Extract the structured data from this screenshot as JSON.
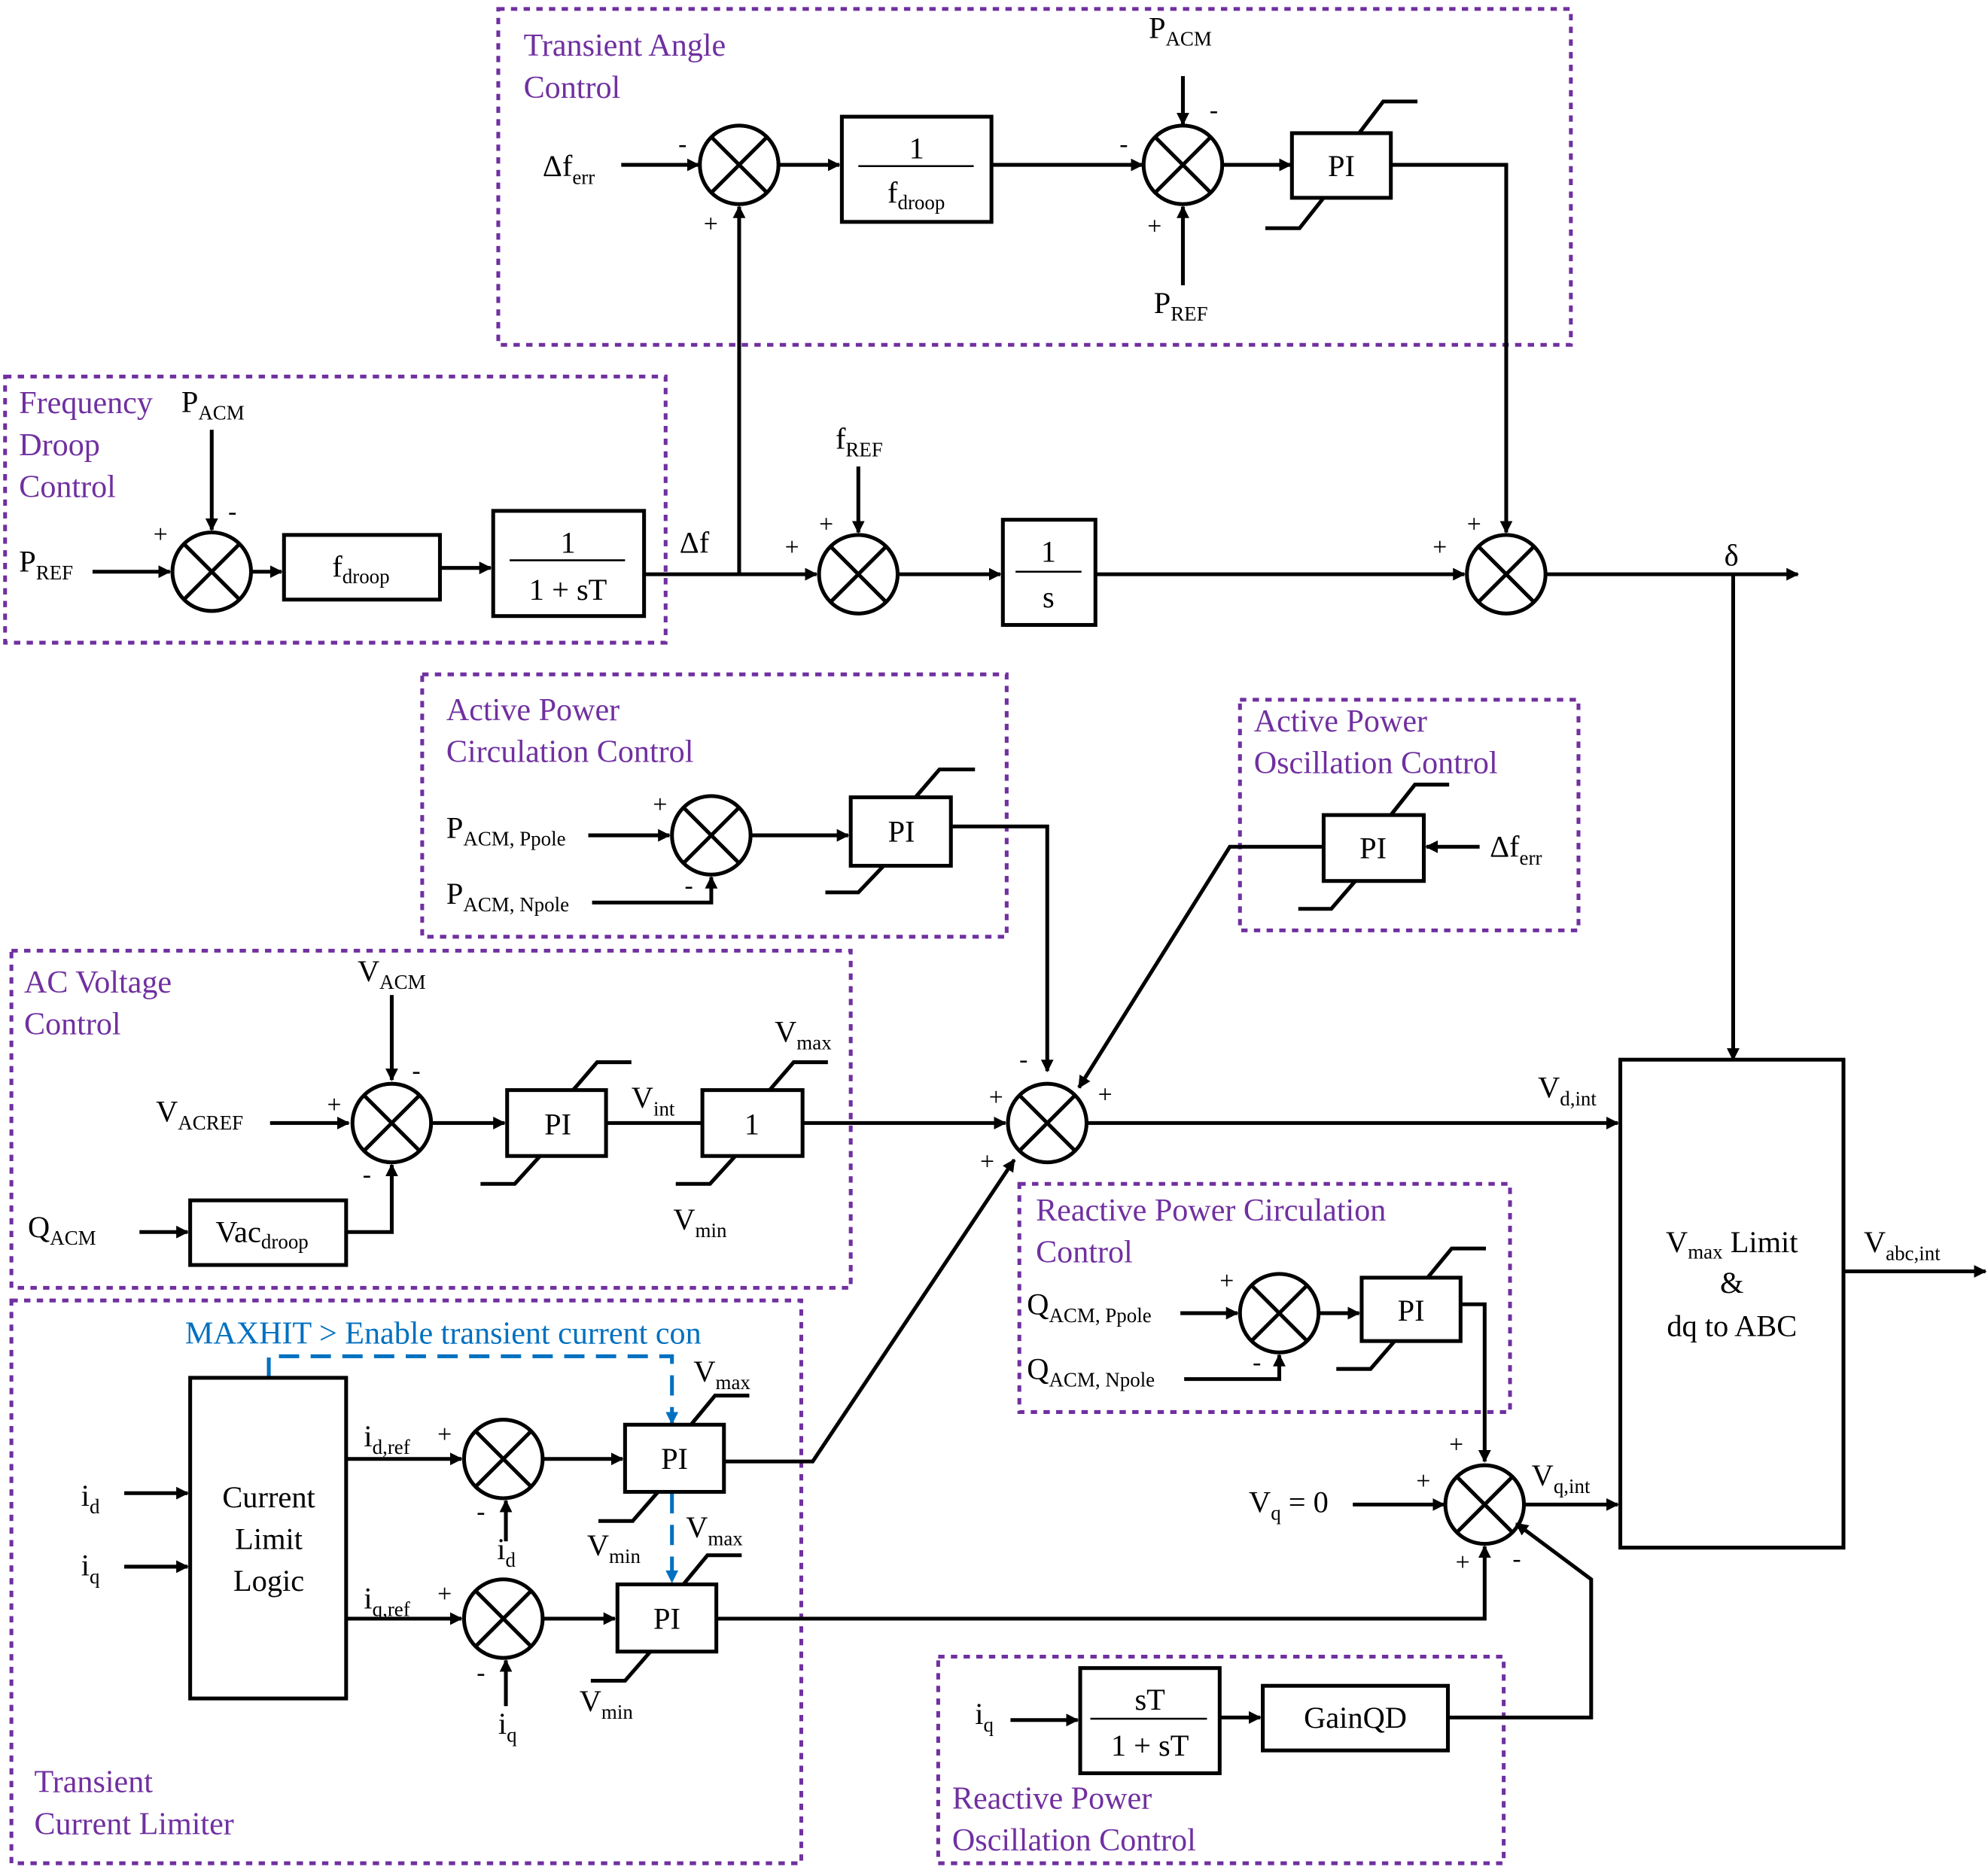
{
  "colors": {
    "group_border": "#7030a0",
    "group_title": "#7030a0",
    "enable_signal": "#0070c0",
    "lines": "#000000"
  },
  "groups": {
    "transient_angle": {
      "title_1": "Transient Angle",
      "title_2": "Control"
    },
    "freq_droop": {
      "title_1": "Frequency",
      "title_2": "Droop",
      "title_3": "Control"
    },
    "active_circ": {
      "title_1": "Active Power",
      "title_2": "Circulation Control"
    },
    "active_osc": {
      "title_1": "Active Power",
      "title_2": "Oscillation Control"
    },
    "ac_voltage": {
      "title_1": "AC Voltage",
      "title_2": "Control"
    },
    "reactive_circ": {
      "title_1": "Reactive Power Circulation",
      "title_2": "Control"
    },
    "transient_current": {
      "title_1": "Transient",
      "title_2": "Current Limiter"
    },
    "reactive_osc": {
      "title_1": "Reactive Power",
      "title_2": "Oscillation Control"
    }
  },
  "blocks": {
    "inv_fdroop_num": "1",
    "inv_fdroop_den": "f",
    "inv_fdroop_den_sub": "droop",
    "pi": "PI",
    "fdroop": "f",
    "fdroop_sub": "droop",
    "lowpass_num": "1",
    "lowpass_den": "1 + sT",
    "integrator_num": "1",
    "integrator_den": "s",
    "unity_gain": "1",
    "vac_droop": "Vac",
    "vac_droop_sub": "droop",
    "current_limit_1": "Current",
    "current_limit_2": "Limit",
    "current_limit_3": "Logic",
    "highpass_num": "sT",
    "highpass_den": "1 + sT",
    "gainqd": "GainQD",
    "vmax_1": "V",
    "vmax_1_sub": "max",
    "vmax_1_tail": " Limit",
    "vmax_2": "&",
    "vmax_3": "dq to ABC"
  },
  "signals": {
    "dferr": "Δf",
    "dferr_sub": "err",
    "p": "P",
    "acm": "ACM",
    "ref": "REF",
    "df": "Δf",
    "f": "f",
    "fref_sub": "REF",
    "delta": "δ",
    "pacm_ppole_sub": "ACM, Ppole",
    "pacm_npole_sub": "ACM, Npole",
    "v": "V",
    "vacm_sub": "ACM",
    "vacref_sub": "ACREF",
    "q": "Q",
    "qacm_sub": "ACM",
    "vint_sub": "int",
    "vmax_sub": "max",
    "vmin_sub": "min",
    "vdint_sub": "d,int",
    "vqint_sub": "q,int",
    "vabcint_sub": "abc,int",
    "qacm_ppole_sub": "ACM, Ppole",
    "qacm_npole_sub": "ACM, Npole",
    "vq_zero": " = 0",
    "vq_sub": "q",
    "i": "i",
    "d_sub": "d",
    "q_sub": "q",
    "idref_sub": "d,ref",
    "iqref_sub": "q,ref",
    "plus": "+",
    "minus": "-"
  },
  "enable_label": "MAXHIT > Enable transient current con"
}
